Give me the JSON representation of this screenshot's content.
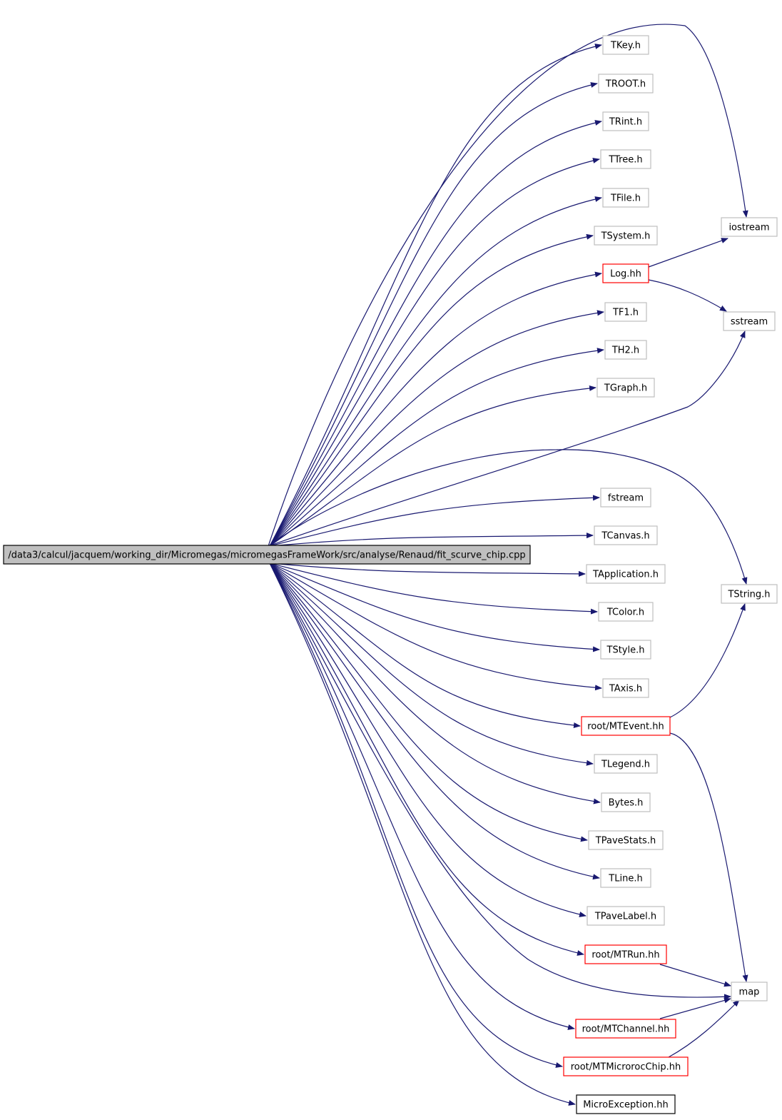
{
  "colors": {
    "edge": "#191970",
    "normal_border": "#bfbfbf",
    "red_border": "#ff0000",
    "black_border": "#000000",
    "root_fill": "#bfbfbf"
  },
  "root": {
    "label": "/data3/calcul/jacquem/working_dir/Micromegas/micromegasFrameWork/src/analyse/Renaud/fit_scurve_chip.cpp"
  },
  "nodes": [
    {
      "id": "tkey",
      "label": "TKey.h",
      "style": "normal"
    },
    {
      "id": "troot",
      "label": "TROOT.h",
      "style": "normal"
    },
    {
      "id": "trint",
      "label": "TRint.h",
      "style": "normal"
    },
    {
      "id": "ttree",
      "label": "TTree.h",
      "style": "normal"
    },
    {
      "id": "tfile",
      "label": "TFile.h",
      "style": "normal"
    },
    {
      "id": "tsystem",
      "label": "TSystem.h",
      "style": "normal"
    },
    {
      "id": "log",
      "label": "Log.hh",
      "style": "red"
    },
    {
      "id": "tf1",
      "label": "TF1.h",
      "style": "normal"
    },
    {
      "id": "th2",
      "label": "TH2.h",
      "style": "normal"
    },
    {
      "id": "tgraph",
      "label": "TGraph.h",
      "style": "normal"
    },
    {
      "id": "fstream",
      "label": "fstream",
      "style": "normal"
    },
    {
      "id": "tcanvas",
      "label": "TCanvas.h",
      "style": "normal"
    },
    {
      "id": "tapplication",
      "label": "TApplication.h",
      "style": "normal"
    },
    {
      "id": "tcolor",
      "label": "TColor.h",
      "style": "normal"
    },
    {
      "id": "tstyle",
      "label": "TStyle.h",
      "style": "normal"
    },
    {
      "id": "taxis",
      "label": "TAxis.h",
      "style": "normal"
    },
    {
      "id": "mtevent",
      "label": "root/MTEvent.hh",
      "style": "red"
    },
    {
      "id": "tlegend",
      "label": "TLegend.h",
      "style": "normal"
    },
    {
      "id": "bytes",
      "label": "Bytes.h",
      "style": "normal"
    },
    {
      "id": "tpavestats",
      "label": "TPaveStats.h",
      "style": "normal"
    },
    {
      "id": "tline",
      "label": "TLine.h",
      "style": "normal"
    },
    {
      "id": "tpavelabel",
      "label": "TPaveLabel.h",
      "style": "normal"
    },
    {
      "id": "mtrun",
      "label": "root/MTRun.hh",
      "style": "red"
    },
    {
      "id": "mtchannel",
      "label": "root/MTChannel.hh",
      "style": "red"
    },
    {
      "id": "mtmicrorocchip",
      "label": "root/MTMicrorocChip.hh",
      "style": "red"
    },
    {
      "id": "microexception",
      "label": "MicroException.hh",
      "style": "black"
    },
    {
      "id": "iostream",
      "label": "iostream",
      "style": "normal"
    },
    {
      "id": "sstream",
      "label": "sstream",
      "style": "normal"
    },
    {
      "id": "tstring",
      "label": "TString.h",
      "style": "normal"
    },
    {
      "id": "map",
      "label": "map",
      "style": "normal"
    }
  ],
  "edges": [
    [
      "root",
      "tkey"
    ],
    [
      "root",
      "troot"
    ],
    [
      "root",
      "trint"
    ],
    [
      "root",
      "ttree"
    ],
    [
      "root",
      "tfile"
    ],
    [
      "root",
      "tsystem"
    ],
    [
      "root",
      "log"
    ],
    [
      "root",
      "tf1"
    ],
    [
      "root",
      "th2"
    ],
    [
      "root",
      "tgraph"
    ],
    [
      "root",
      "fstream"
    ],
    [
      "root",
      "tcanvas"
    ],
    [
      "root",
      "tapplication"
    ],
    [
      "root",
      "tcolor"
    ],
    [
      "root",
      "tstyle"
    ],
    [
      "root",
      "taxis"
    ],
    [
      "root",
      "mtevent"
    ],
    [
      "root",
      "tlegend"
    ],
    [
      "root",
      "bytes"
    ],
    [
      "root",
      "tpavestats"
    ],
    [
      "root",
      "tline"
    ],
    [
      "root",
      "tpavelabel"
    ],
    [
      "root",
      "mtrun"
    ],
    [
      "root",
      "mtchannel"
    ],
    [
      "root",
      "mtmicrorocchip"
    ],
    [
      "root",
      "microexception"
    ],
    [
      "root",
      "iostream"
    ],
    [
      "root",
      "sstream"
    ],
    [
      "root",
      "tstring"
    ],
    [
      "root",
      "map"
    ],
    [
      "log",
      "iostream"
    ],
    [
      "log",
      "sstream"
    ],
    [
      "mtevent",
      "tstring"
    ],
    [
      "mtevent",
      "map"
    ],
    [
      "mtrun",
      "map"
    ],
    [
      "mtchannel",
      "map"
    ],
    [
      "mtmicrorocchip",
      "map"
    ]
  ]
}
